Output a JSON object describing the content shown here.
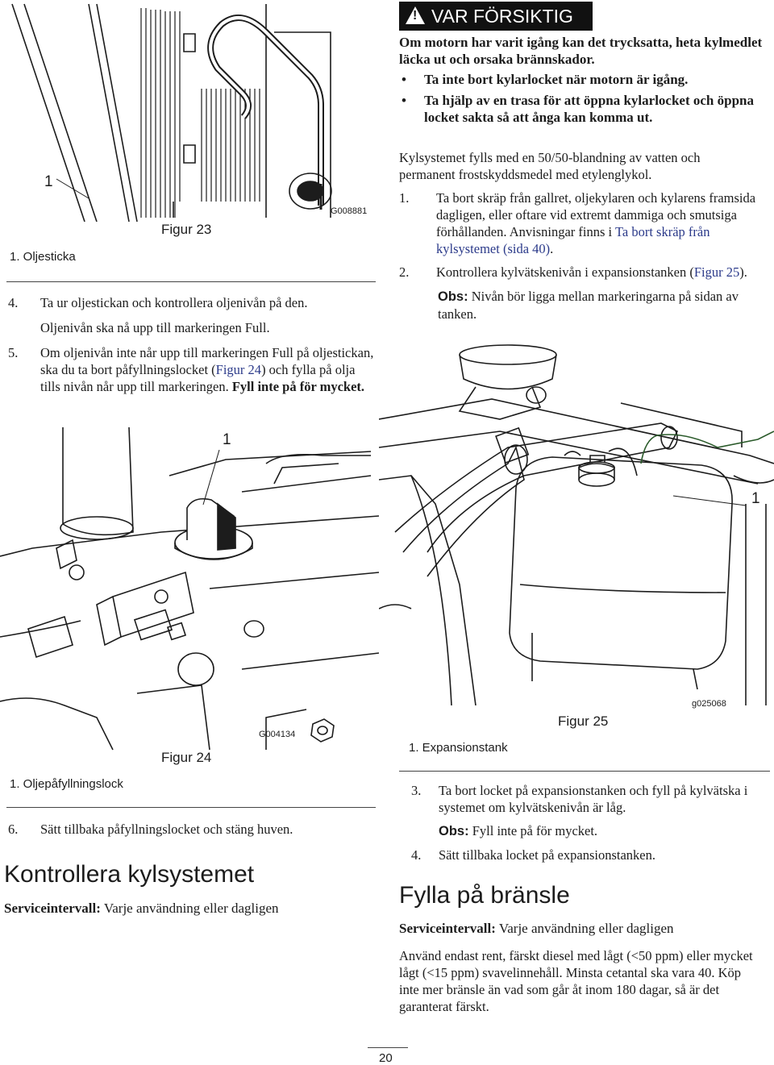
{
  "fig23": {
    "callout": "1",
    "title": "Figur 23",
    "code": "G008881",
    "legend": "1.  Oljesticka"
  },
  "step4": {
    "num": "4.",
    "text": "Ta ur oljestickan och kontrollera oljenivån på den.",
    "sub": "Oljenivån ska nå upp till markeringen Full."
  },
  "step5": {
    "num": "5.",
    "text_a": "Om oljenivån inte når upp till markeringen Full på oljestickan, ska du ta bort påfyllningslocket (",
    "link": "Figur 24",
    "text_b": ") och fylla på olja tills nivån når upp till markeringen. ",
    "bold": "Fyll inte på för mycket."
  },
  "fig24": {
    "callout": "1",
    "title": "Figur 24",
    "code": "G004134",
    "legend": "1.  Oljepåfyllningslock"
  },
  "step6": {
    "num": "6.",
    "text": "Sätt tillbaka påfyllningslocket och stäng huven."
  },
  "cooling": {
    "heading": "Kontrollera kylsystemet",
    "service_label": "Serviceintervall:",
    "service_value": "Varje användning eller dagligen"
  },
  "warning": {
    "banner": "VAR FÖRSIKTIG",
    "icon": "warning-triangle-icon",
    "intro": "Om motorn har varit igång kan det trycksatta, heta kylmedlet läcka ut och orsaka brännskador.",
    "bullets": [
      "Ta inte bort kylarlocket när motorn är igång.",
      "Ta hjälp av en trasa för att öppna kylarlocket och öppna locket sakta så att ånga kan komma ut."
    ]
  },
  "coolant_intro": "Kylsystemet fylls med en 50/50-blandning av vatten och permanent frostskyddsmedel med etylenglykol.",
  "cool_step1": {
    "num": "1.",
    "text": "Ta bort skräp från gallret, oljekylaren och kylarens framsida dagligen, eller oftare vid extremt dammiga och smutsiga förhållanden. Anvisningar finns i ",
    "link": "Ta bort skräp från kylsystemet (sida 40)",
    "end": "."
  },
  "cool_step2": {
    "num": "2.",
    "text": "Kontrollera kylvätskenivån i expansionstanken (",
    "link": "Figur 25",
    "end": ").",
    "note_label": "Obs:",
    "note": "Nivån bör ligga mellan markeringarna på sidan av tanken."
  },
  "fig25": {
    "callout": "1",
    "title": "Figur 25",
    "code": "g025068",
    "legend": "1.  Expansionstank"
  },
  "cool_step3": {
    "num": "3.",
    "text": "Ta bort locket på expansionstanken och fyll på kylvätska i systemet om kylvätskenivån är låg.",
    "note_label": "Obs:",
    "note": "Fyll inte på för mycket."
  },
  "cool_step4": {
    "num": "4.",
    "text": "Sätt tillbaka locket på expansionstanken."
  },
  "fuel": {
    "heading": "Fylla på bränsle",
    "service_label": "Serviceintervall:",
    "service_value": "Varje användning eller dagligen",
    "body": "Använd endast rent, färskt diesel med lågt (<50 ppm) eller mycket lågt (<15 ppm) svavelinnehåll. Minsta cetantal ska vara 40. Köp inte mer bränsle än vad som går åt inom 180 dagar, så är det garanterat färskt."
  },
  "page_number": "20"
}
